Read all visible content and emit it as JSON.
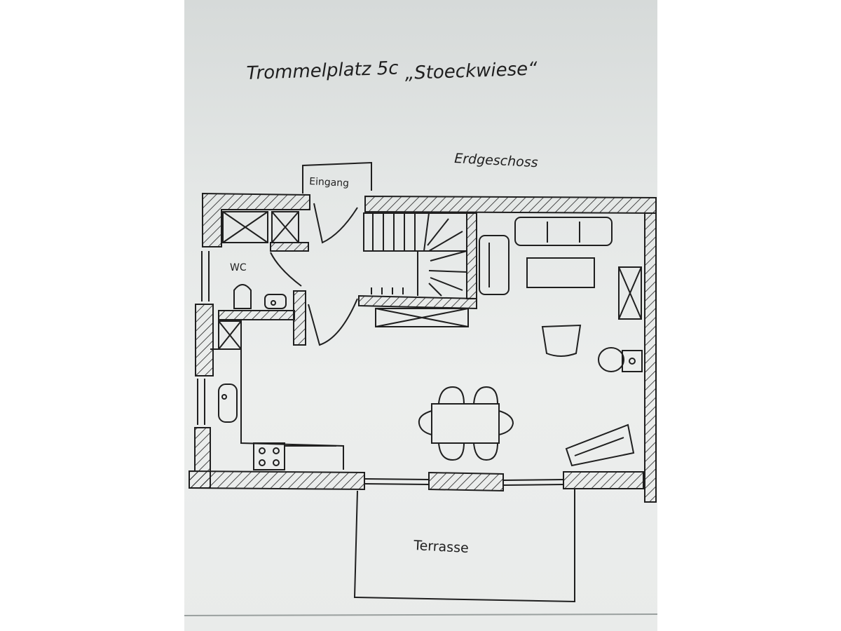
{
  "heading": {
    "address": "Trommelplatz 5c",
    "house_name": "„Stoeckwiese“"
  },
  "floor_label": "Erdgeschoss",
  "rooms": {
    "entrance": "Eingang",
    "wc": "WC",
    "terrace": "Terrasse"
  },
  "colors": {
    "ink": "#1f1f1f",
    "paper": "#e6e9e8",
    "background": "#ffffff"
  }
}
